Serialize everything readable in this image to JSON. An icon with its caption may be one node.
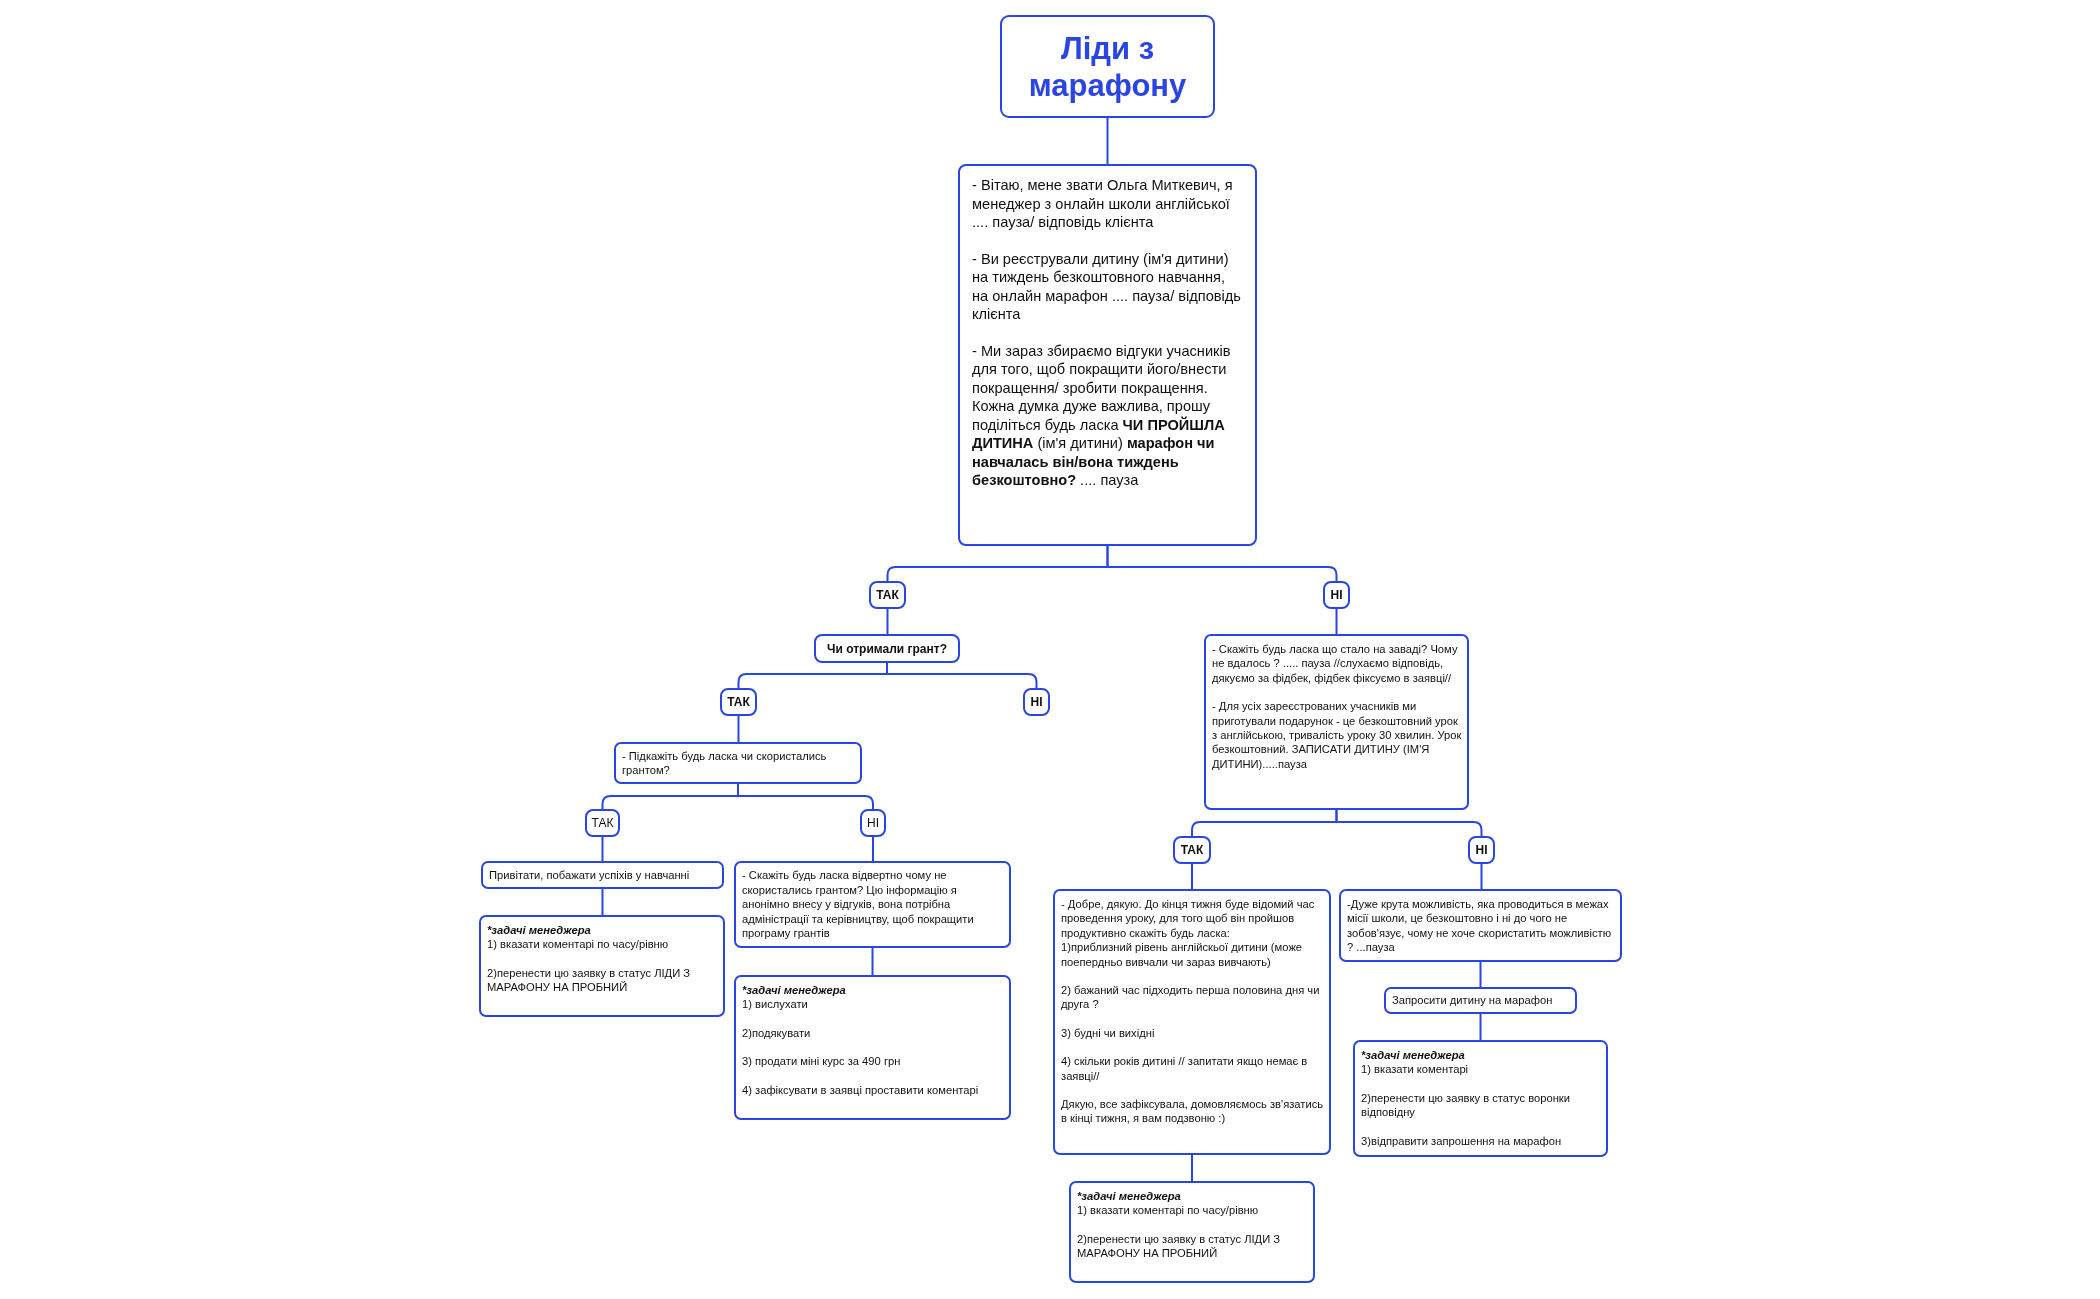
{
  "diagram": {
    "nodes": [
      {
        "text": [
          "Ліди з марафону"
        ]
      },
      {
        "text": [
          "- Вітаю, мене звати Ольга Миткевич, я менеджер з онлайн школи англійської .... пауза/ відповідь клієнта",
          "- Ви реєстрували дитину (ім'я дитини) на тиждень безкоштовного навчання, на онлайн марафон .... пауза/ відповідь клієнта",
          "- Ми зараз збираємо відгуки учасників для того, щоб покращити його/внести покращення/ зробити покращення. Кожна думка дуже важлива, прошу поділіться будь ласка **ЧИ ПРОЙШЛА ДИТИНА** (ім'я дитини) **марафон чи навчалась він/вона тиждень безкоштовно?** .... пауза"
        ]
      },
      {
        "text": [
          "ТАК"
        ]
      },
      {
        "text": [
          "Чи отримали грант?"
        ]
      },
      {
        "text": [
          "ТАК"
        ]
      },
      {
        "text": [
          "- Підкажіть будь ласка чи скористались грантом?"
        ]
      },
      {
        "text": [
          "ТАК"
        ]
      },
      {
        "text": [
          "Привітати, побажати успіхів у навчанні"
        ]
      },
      {
        "text": [
          "*задачі менеджера",
          "1) вказати коментарі по часу/рівню",
          "2)перенести цю заявку в статус ЛІДИ З МАРАФОНУ НА ПРОБНИЙ"
        ]
      },
      {
        "text": [
          "НІ"
        ]
      },
      {
        "text": [
          "- Скажіть будь ласка відвертно чому не скористались грантом? Цю інформацію я анонімно внесу у відгуків, вона потрібна адміністрації та керівництву, щоб покращити програму грантів"
        ]
      },
      {
        "text": [
          "*задачі менеджера",
          "1) вислухати",
          "2)подякувати",
          "3) продати міні курс за 490 грн",
          "4) зафіксувати в заявці проставити коментарі"
        ]
      },
      {
        "text": [
          "НІ"
        ]
      },
      {
        "text": [
          "НІ"
        ]
      },
      {
        "text": [
          "- Скажіть будь ласка що стало на заваді? Чому не вдалось ? ..... пауза //слухаємо відповідь, дякуємо за фідбек, фідбек фіксуємо в заявці//",
          "- Для усіх зареєстрованих учасників ми приготували подарунок - це безкоштовний урок з англійською, тривалість уроку 30 хвилин. Урок безкоштовний. ЗАПИСАТИ ДИТИНУ (ІМ'Я ДИТИНИ).....пауза"
        ]
      },
      {
        "text": [
          "ТАК"
        ]
      },
      {
        "text": [
          "- Добре, дякую. До кінця тижня буде відомий час проведення уроку, для того щоб він пройшов продуктивно скажіть будь ласка:",
          "1)приблизний рівень англійскьої дитини (може поепердньо вивчали чи зараз вивчають)",
          "2) бажаний час підходить перша половина дня чи друга ?",
          "3) будні чи вихідні",
          "4) скільки років дитині // запитати якщо немає в заявці//",
          "Дякую, все зафіксувала, домовляємось зв'язатись в кінці тижня, я вам подзвоню :)"
        ]
      },
      {
        "text": [
          "*задачі менеджера",
          "1) вказати коментарі по часу/рівню",
          "2)перенести цю заявку в статус ЛІДИ З МАРАФОНУ НА ПРОБНИЙ"
        ]
      },
      {
        "text": [
          "НІ"
        ]
      },
      {
        "text": [
          "-Дуже крута можливість, яка проводиться в межах місії школи, це безкоштовно і ні до чого не зобов'язує, чому не хоче скористатить можливістю ? ...пауза"
        ]
      },
      {
        "text": [
          "Запросити дитину на марафон"
        ]
      },
      {
        "text": [
          "*задачі менеджера",
          "1) вказати коментарі",
          "2)перенести цю заявку в статус воронки відповідну",
          "3)відправити запрошення на марафон"
        ]
      }
    ],
    "edges": [
      {
        "from": 0,
        "to": 1,
        "arrow": "none"
      },
      {
        "from": 1,
        "to": 2,
        "arrow": "none"
      },
      {
        "from": 1,
        "to": 13,
        "arrow": "none"
      },
      {
        "from": 2,
        "to": 3,
        "arrow": "none"
      },
      {
        "from": 3,
        "to": 4,
        "arrow": "none"
      },
      {
        "from": 3,
        "to": 12,
        "arrow": "none"
      },
      {
        "from": 4,
        "to": 5,
        "arrow": "none"
      },
      {
        "from": 5,
        "to": 6,
        "arrow": "none"
      },
      {
        "from": 5,
        "to": 9,
        "arrow": "none"
      },
      {
        "from": 6,
        "to": 7,
        "arrow": "none"
      },
      {
        "from": 7,
        "to": 8,
        "arrow": "none"
      },
      {
        "from": 9,
        "to": 10,
        "arrow": "none"
      },
      {
        "from": 10,
        "to": 11,
        "arrow": "none"
      },
      {
        "from": 13,
        "to": 14,
        "arrow": "none"
      },
      {
        "from": 14,
        "to": 15,
        "arrow": "none"
      },
      {
        "from": 14,
        "to": 18,
        "arrow": "none"
      },
      {
        "from": 15,
        "to": 16,
        "arrow": "none"
      },
      {
        "from": 16,
        "to": 17,
        "arrow": "none"
      },
      {
        "from": 18,
        "to": 19,
        "arrow": "none"
      },
      {
        "from": 19,
        "to": 20,
        "arrow": "none"
      },
      {
        "from": 20,
        "to": 21,
        "arrow": "none"
      }
    ]
  }
}
